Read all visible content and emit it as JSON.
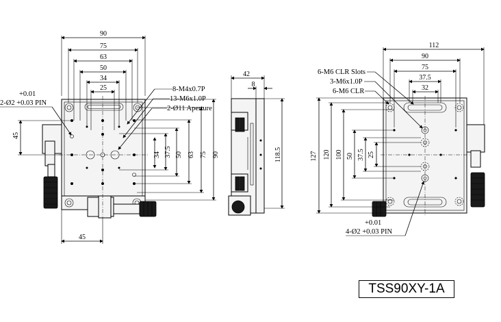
{
  "model": "TSS90XY-1A",
  "top_view": {
    "dims_top": [
      "90",
      "75",
      "63",
      "50",
      "34",
      "25"
    ],
    "dims_right": [
      "34",
      "37.5",
      "50",
      "63",
      "75",
      "90"
    ],
    "dim_left": "45",
    "dim_bottom": "45",
    "callouts": [
      "8-M4x0.7P",
      "13-M6x1.0P",
      "2-Ø11 Aperture"
    ],
    "pin_tol": "+0.01",
    "pin_label": "2-Ø2 +0.03 PIN"
  },
  "side_view": {
    "dim_width": "42",
    "dim_top": "8",
    "dim_height": "118.5"
  },
  "bottom_view": {
    "dims_top": [
      "112",
      "90",
      "75",
      "37.5",
      "32"
    ],
    "dims_left": [
      "127",
      "120",
      "100",
      "50",
      "37.5",
      "25"
    ],
    "callouts": [
      "6-M6 CLR Slots",
      "3-M6x1.0P",
      "6-M6 CLR"
    ],
    "pin_tol": "+0.01",
    "pin_label": "4-Ø2 +0.03 PIN"
  }
}
